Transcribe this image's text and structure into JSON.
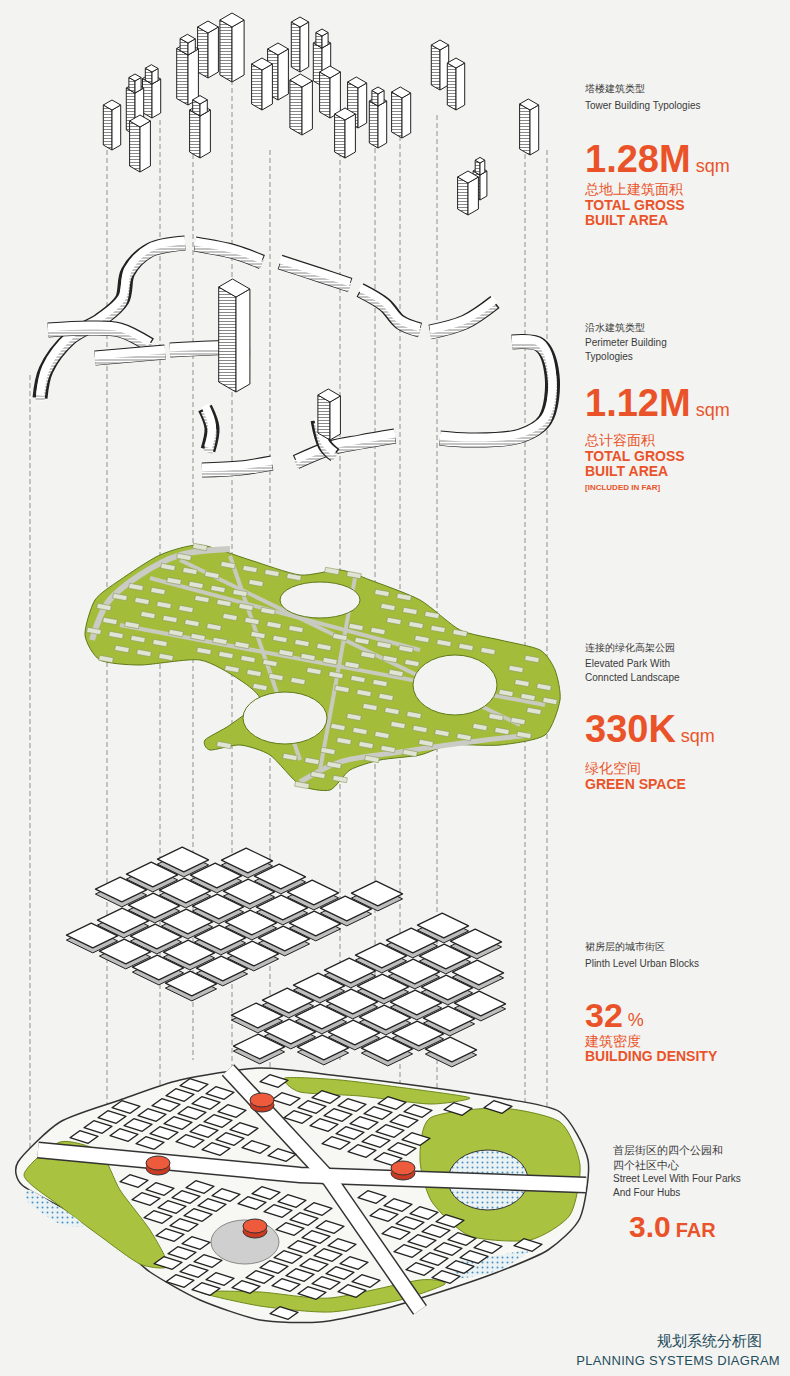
{
  "diagram": {
    "title": "规划系统分析图",
    "caption": "PLANNING SYSTEMS DIAGRAM",
    "labels": [
      "塔楼建筑类型",
      "Tower Building Typologies",
      "1.28M",
      "sqm",
      "总地上建筑面积",
      "TOTAL GROSS BUILT AREA",
      "沿水建筑类型",
      "Perimeter Building Typologies",
      "1.12M",
      "sqm",
      "总计容面积",
      "TOTAL GROSS BUILT AREA",
      "[INCLUDED IN FAR]",
      "连接的绿化高架公园",
      "Elevated Park With Conncted Landscape",
      "330K",
      "sqm",
      "绿化空间",
      "GREEN SPACE",
      "裙房层的城市街区",
      "Plinth Level Urban Blocks",
      "32",
      "%",
      "建筑密度",
      "BUILDING DENSITY",
      "首层街区的四个公园和四个社区中心",
      "Street Level With Four Parks And Four Hubs",
      "3.0",
      "FAR"
    ]
  }
}
